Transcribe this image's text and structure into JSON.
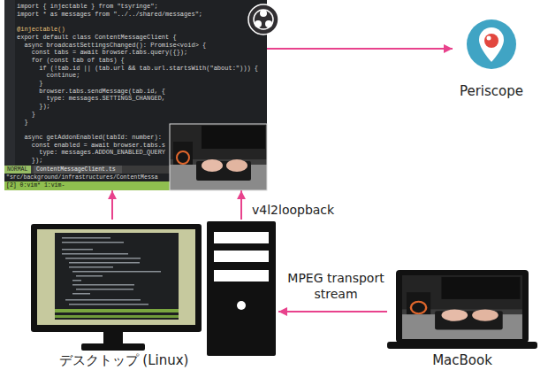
{
  "diagram": {
    "nodes": [
      {
        "text": [
          "import { injectable } from \"tsyringe\";",
          "import * as messages from \"../../shared/messages\";",
          "@injectable()",
          "export default class ContentMessageClient {",
          "  async broadcastSettingsChanged(): Promise<void> {",
          "    const tabs = await browser.tabs.query({});",
          "    for (const tab of tabs) {",
          "      if (!tab.id || (tab.url && tab.url.startsWith(\"about:\"))) {",
          "        continue;",
          "      }",
          "      browser.tabs.sendMessage(tab.id, {",
          "        type: messages.SETTINGS_CHANGED,",
          "      });",
          "    }",
          "  }",
          "  async getAddonEnabled(tabId: number):",
          "    const enabled = await browser.tabs.s",
          "      type: messages.ADDON_ENABLED_QUERY",
          "    });",
          "NORMAL",
          "ContentMessageClient.ts",
          "\"src/background/infrastructures/ContentMessa",
          "[2] 0:vim* 1:vim-"
        ]
      },
      {
        "text": [
          "Periscope"
        ]
      },
      {
        "text": [
          "デスクトップ (Linux)"
        ]
      },
      {
        "text": [
          "MacBook"
        ]
      }
    ],
    "edges": [
      {
        "from": 0,
        "to": 1,
        "arrow": "to"
      },
      {
        "from": 2,
        "to": 0,
        "arrow": "to"
      },
      {
        "from": 2,
        "to": 0,
        "label": "v4l2loopback",
        "arrow": "to"
      },
      {
        "from": 3,
        "to": 2,
        "label": "MPEG transport stream",
        "arrow": "to"
      }
    ]
  }
}
